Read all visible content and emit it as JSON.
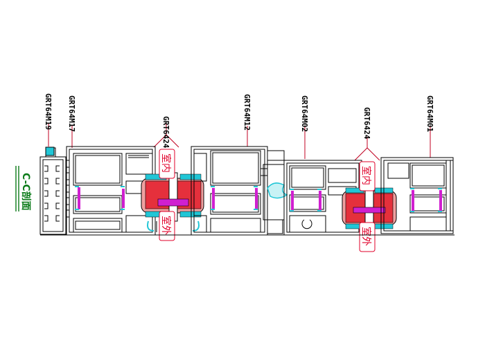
{
  "drawing": {
    "section_label": "C-C剖面",
    "part_codes": [
      "GRT64M19",
      "GRT64M17",
      "GRT6424",
      "GRT64M12",
      "GRT64M02",
      "GRT6424",
      "GRT64M01"
    ],
    "indoor_label": "室内",
    "outdoor_label": "室外",
    "colors": {
      "profile_line": "#000000",
      "leader_line": "#c00020",
      "tag_border": "#e0002a",
      "gasket": "#d020d0",
      "seal_fill": "#e5303c",
      "glazing_bead": "#21c6d6",
      "section_text": "#0a7a18"
    }
  }
}
